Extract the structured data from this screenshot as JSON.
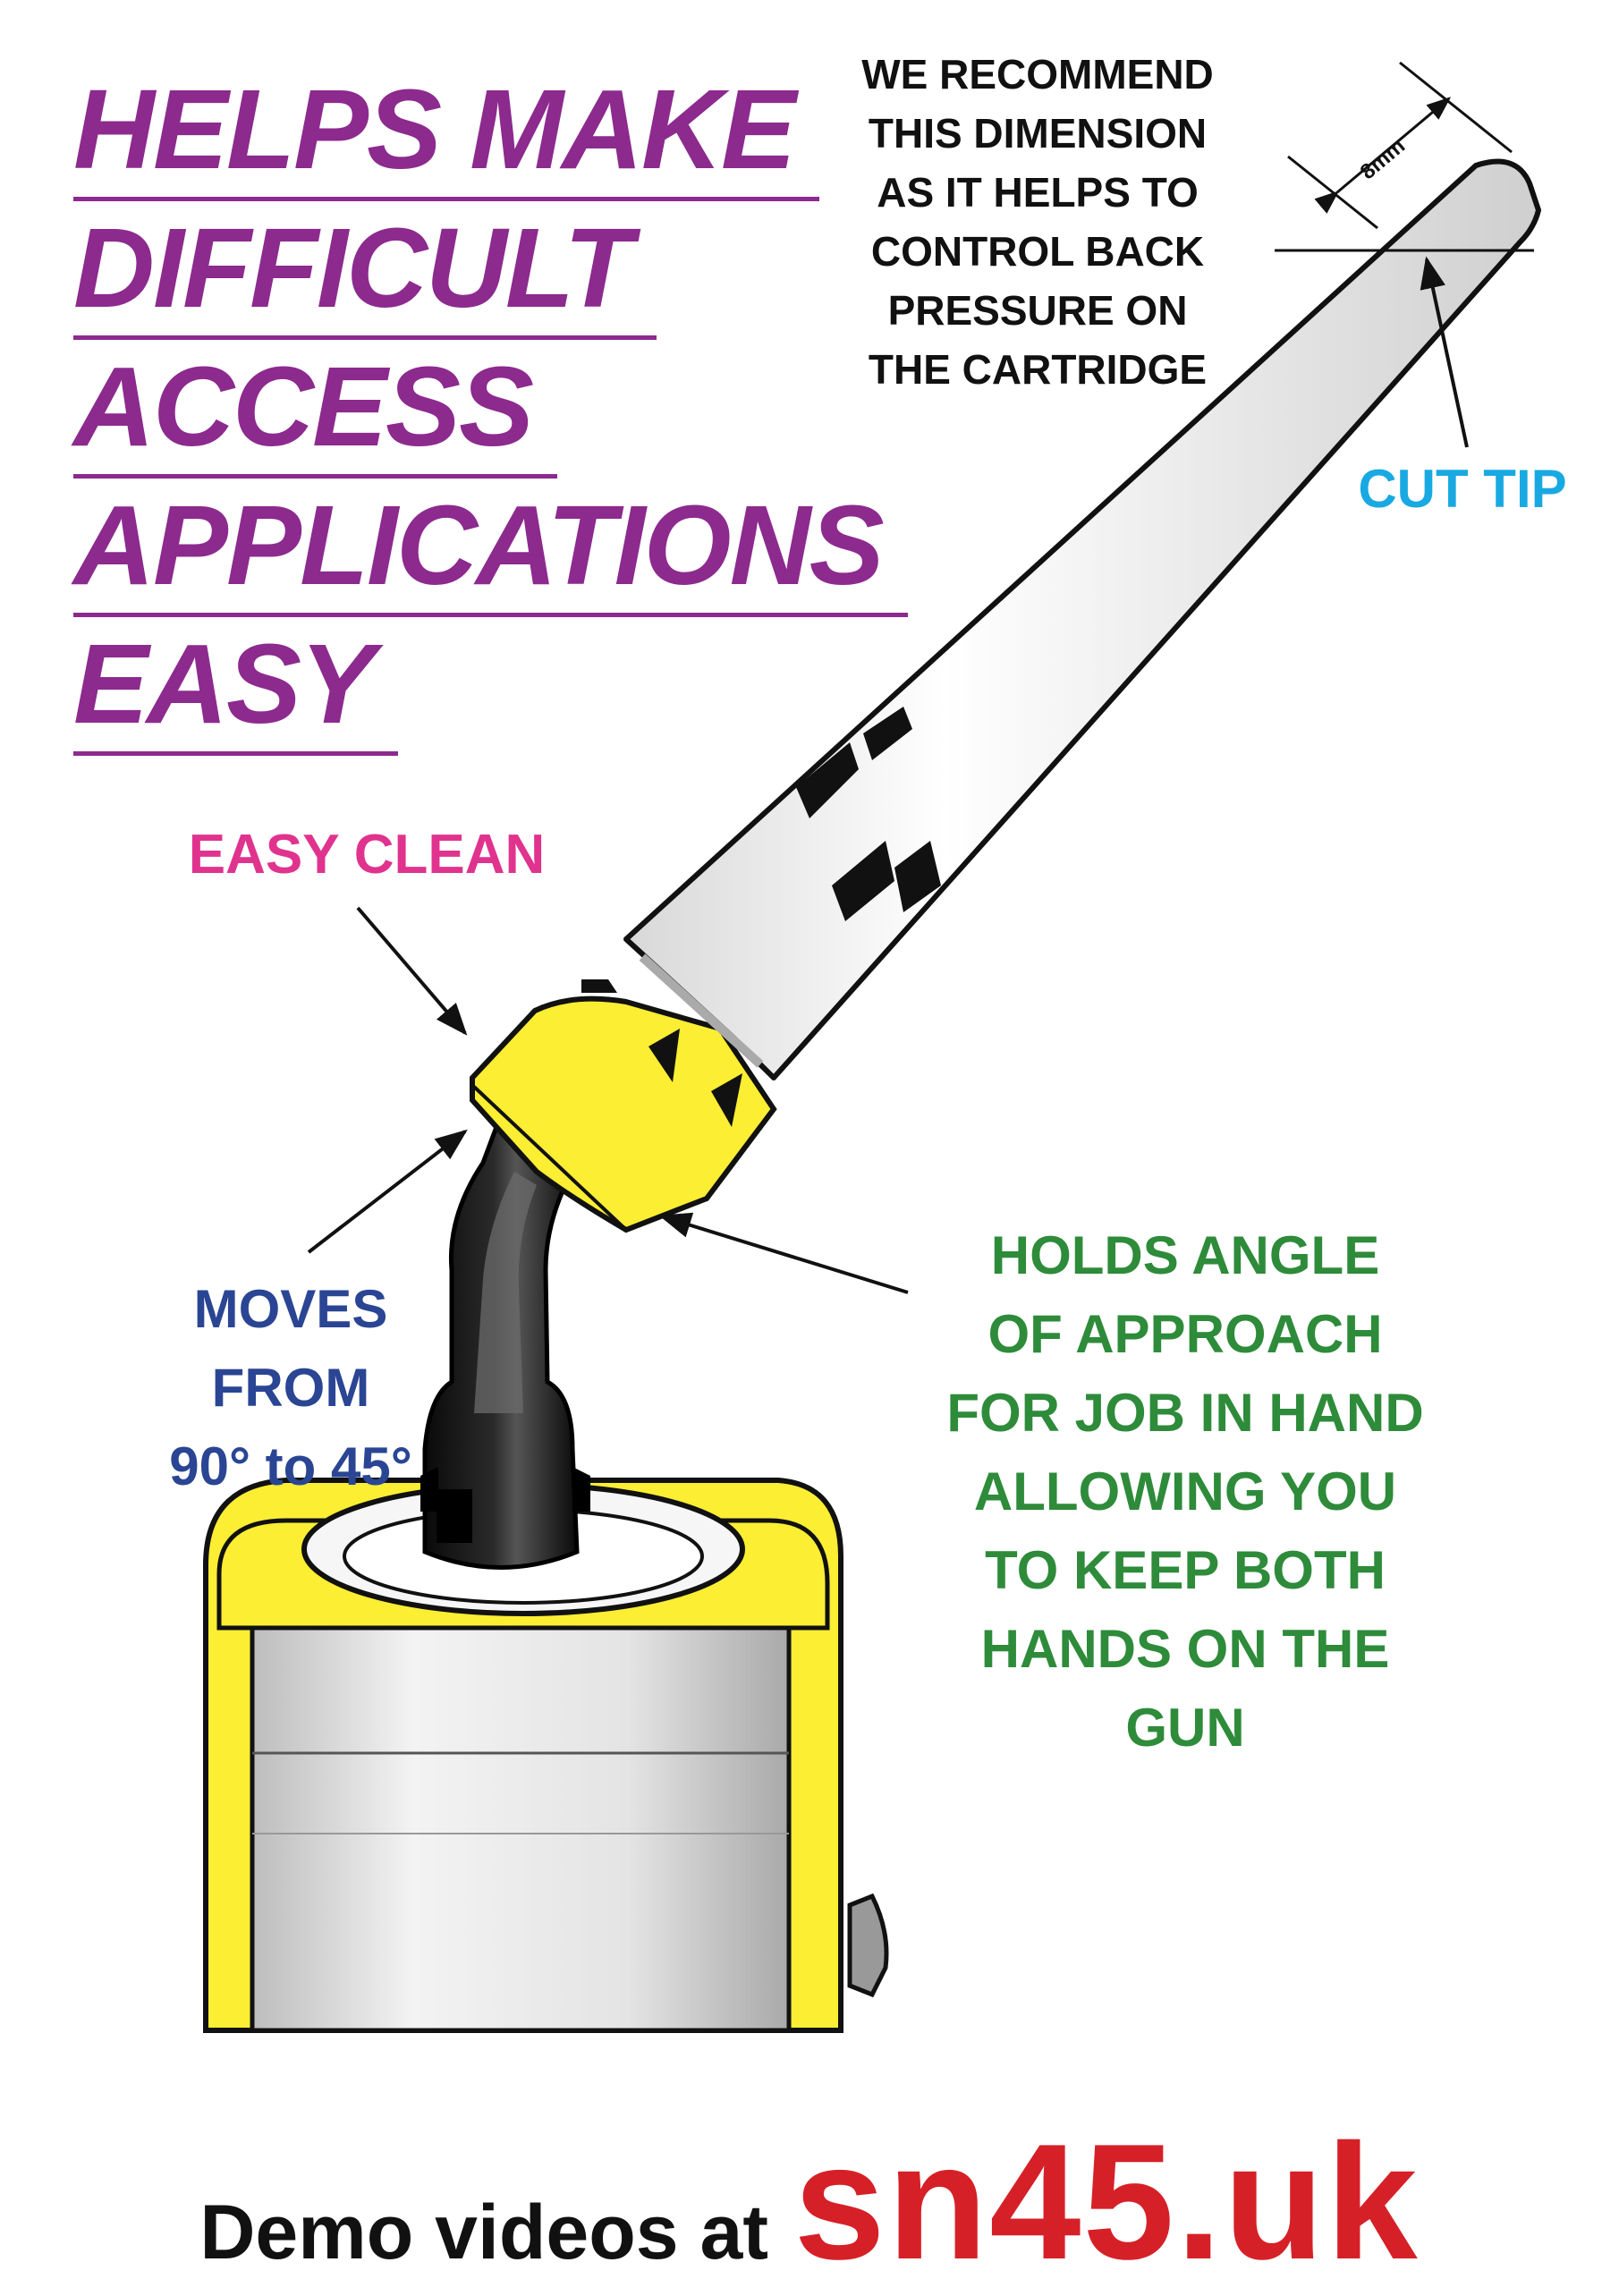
{
  "headline": {
    "lines": [
      "HELPS MAKE",
      "DIFFICULT",
      "ACCESS",
      "APPLICATIONS",
      "EASY"
    ],
    "color": "#8c2a8e"
  },
  "recommendation": {
    "lines": [
      "WE RECOMMEND",
      "THIS DIMENSION",
      "AS IT HELPS TO",
      "CONTROL BACK",
      "PRESSURE ON",
      "THE CARTRIDGE"
    ]
  },
  "dimension_label": "8mm",
  "callouts": {
    "cut_tip": {
      "text": "CUT TIP",
      "color": "#19a9e2"
    },
    "easy_clean": {
      "text": "EASY CLEAN",
      "color": "#e0338e"
    },
    "moves": {
      "lines": [
        "MOVES",
        "FROM",
        "90° to 45°"
      ],
      "color": "#2a4593"
    },
    "holds": {
      "lines": [
        "HOLDS ANGLE",
        "OF APPROACH",
        "FOR JOB IN HAND",
        "ALLOWING YOU",
        "TO KEEP BOTH",
        "HANDS ON THE",
        "GUN"
      ],
      "color": "#2e8b3a"
    }
  },
  "footer": {
    "prefix": "Demo videos at",
    "site": "sn45.uk",
    "site_color": "#d62027"
  },
  "colors": {
    "yellow": "#fbee33",
    "black_spout": "#111111",
    "nozzle_white": "#f4f4f4"
  }
}
